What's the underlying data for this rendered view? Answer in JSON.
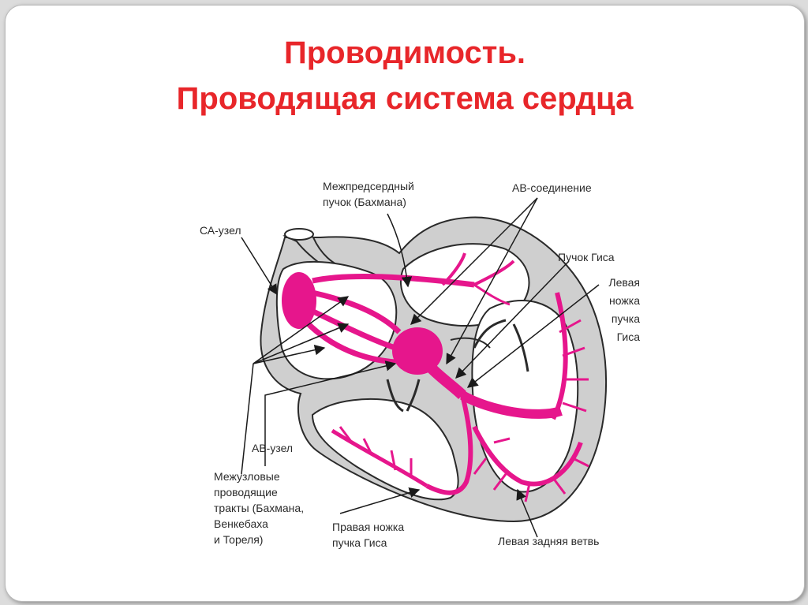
{
  "title": {
    "line1": "Проводимость.",
    "line2": "Проводящая система сердца"
  },
  "labels": {
    "interatrial_bundle": [
      "Межпредсердный",
      "пучок (Бахмана)"
    ],
    "av_junction": "АВ-соединение",
    "sa_node": "СА-узел",
    "his_bundle": "Пучок Гиса",
    "left_bundle_branch": [
      "Левая",
      "ножка",
      "пучка",
      "Гиса"
    ],
    "av_node": "АВ-узел",
    "internodal_tracts": [
      "Межузловые",
      "проводящие",
      "тракты (Бахмана,",
      "Венкебаха",
      "и Тореля)"
    ],
    "right_bundle_branch": [
      "Правая ножка",
      "пучка Гиса"
    ],
    "left_posterior_fascicle": "Левая задняя ветвь"
  },
  "colors": {
    "title": "#e8262a",
    "conduction": "#e6168c",
    "wall": "#cfcfcf",
    "outline": "#2a2a2a",
    "label": "#2b2b2b"
  }
}
